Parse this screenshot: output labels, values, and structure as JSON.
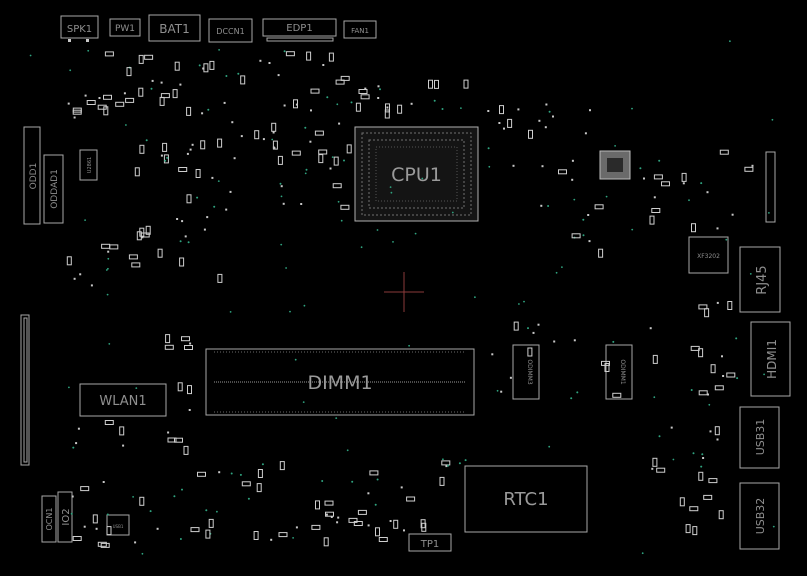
{
  "view": {
    "title": "Boardview PCB layout"
  },
  "colors": {
    "background": "#000000",
    "silkscreen": "#cfcfcf",
    "label": "#8f8f8f",
    "via": "#2fa37f",
    "chip": "#9a9a9a"
  },
  "labels": {
    "spk1": "SPK1",
    "pw1": "PW1",
    "bat1": "BAT1",
    "dccn1": "DCCN1",
    "edp1": "EDP1",
    "fan1": "FAN1",
    "odd1": "ODD1",
    "oddad1": "ODDAD1",
    "cpu1": "CPU1",
    "dimm1": "DIMM1",
    "wlan1": "WLAN1",
    "rtc1": "RTC1",
    "rj45": "RJ45",
    "hdmi1": "HDMI1",
    "usb31": "USB31",
    "usb32": "USB32",
    "tp1": "TP1",
    "io2": "IO2",
    "ocn1": "OCN1",
    "xf3202": "XF3202",
    "odimm3": "ODIMM3",
    "odimm1": "ODIMM1",
    "usb1": "USB1",
    "u2861": "U2861"
  }
}
